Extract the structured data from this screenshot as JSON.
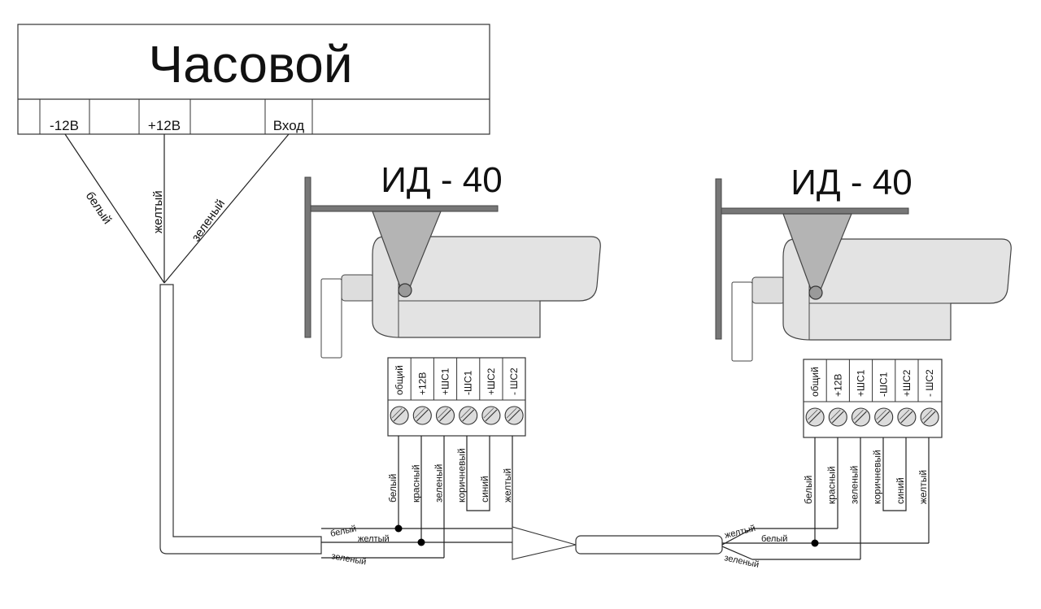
{
  "controller": {
    "title": "Часовой",
    "terminals": [
      "-12В",
      "+12В",
      "Вход"
    ],
    "wires": [
      "белый",
      "желтый",
      "зеленый"
    ]
  },
  "detectors": [
    {
      "title": "ИД - 40",
      "terminals": [
        "общий",
        "+12В",
        "+ШС1",
        "-ШС1",
        "+ШС2",
        "- ШС2"
      ],
      "wire_colors": [
        "белый",
        "красный",
        "зеленый",
        "коричневый",
        "синий",
        "желтый"
      ]
    },
    {
      "title": "ИД - 40",
      "terminals": [
        "общий",
        "+12В",
        "+ШС1",
        "-ШС1",
        "+ШС2",
        "- ШС2"
      ],
      "wire_colors": [
        "белый",
        "красный",
        "зеленый",
        "коричневый",
        "синий",
        "желтый"
      ]
    }
  ],
  "cable1": [
    "белый",
    "желтый",
    "зеленый"
  ],
  "cable2": [
    "желтый",
    "белый",
    "зеленый"
  ],
  "colors": {
    "device_fill": "#e3e3e3",
    "cone_fill": "#b4b4b4",
    "bracket": "#777777",
    "line": "#222222"
  }
}
